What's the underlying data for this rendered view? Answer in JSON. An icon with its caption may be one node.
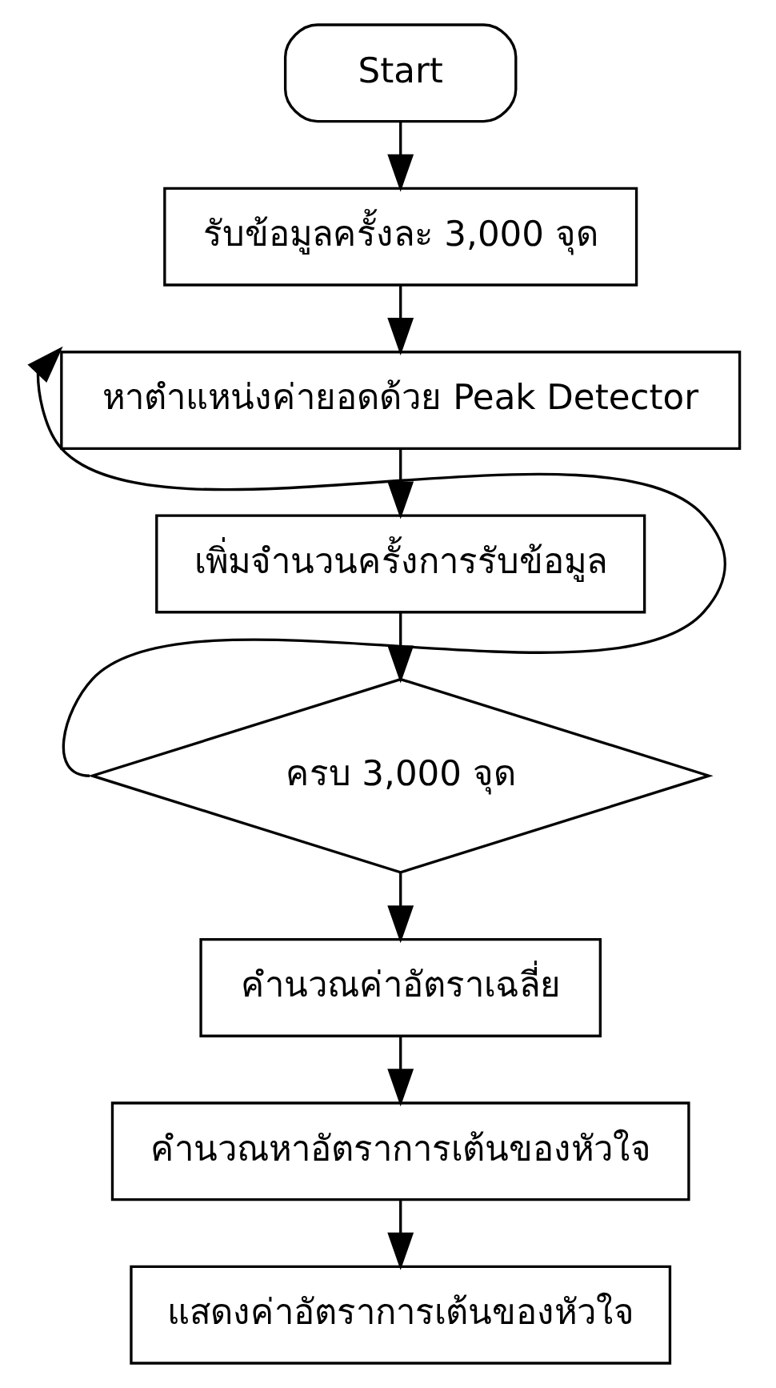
{
  "diagram": {
    "nodes": [
      {
        "text": [
          "Start"
        ]
      },
      {
        "text": [
          "รับข้อมูลครั้งละ 3,000 จุด"
        ]
      },
      {
        "text": [
          "หาตำแหน่งค่ายอดด้วย Peak Detector"
        ]
      },
      {
        "text": [
          "เพิ่มจำนวนครั้งการรับข้อมูล"
        ]
      },
      {
        "text": [
          "ครบ 3,000 จุด"
        ]
      },
      {
        "text": [
          "คำนวณค่าอัตราเฉลี่ย"
        ]
      },
      {
        "text": [
          "คำนวณหาอัตราการเต้นของหัวใจ"
        ]
      },
      {
        "text": [
          "แสดงค่าอัตราการเต้นของหัวใจ"
        ]
      }
    ],
    "edges": [
      {
        "from": 0,
        "to": 1,
        "arrow": "to"
      },
      {
        "from": 1,
        "to": 2,
        "arrow": "to"
      },
      {
        "from": 2,
        "to": 3,
        "arrow": "to"
      },
      {
        "from": 3,
        "to": 4,
        "arrow": "to"
      },
      {
        "from": 4,
        "to": 2,
        "arrow": "to"
      },
      {
        "from": 4,
        "to": 5,
        "arrow": "to"
      },
      {
        "from": 5,
        "to": 6,
        "arrow": "to"
      },
      {
        "from": 6,
        "to": 7,
        "arrow": "to"
      }
    ]
  }
}
